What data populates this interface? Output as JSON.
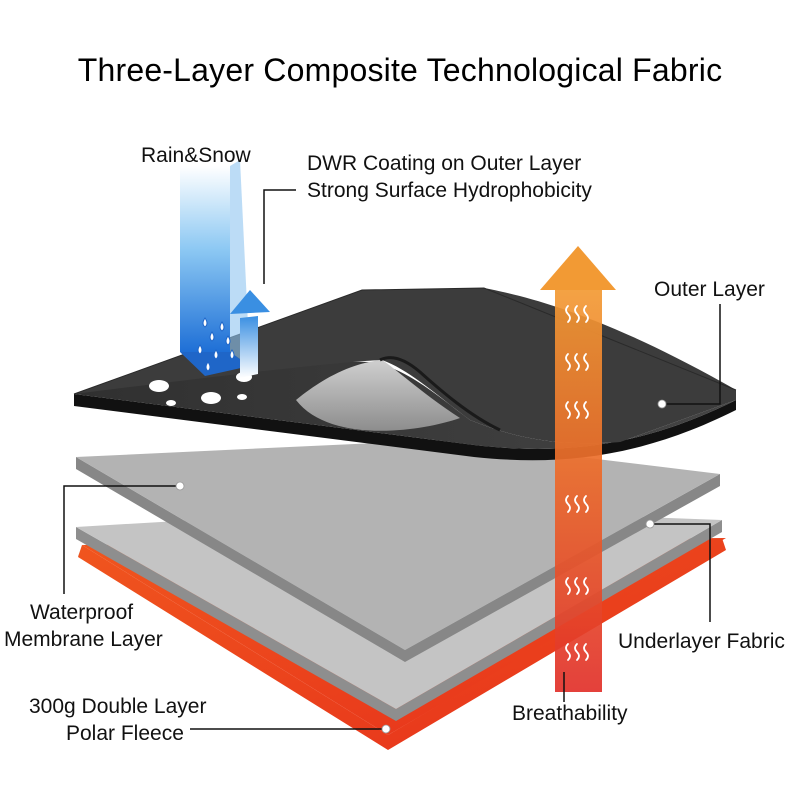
{
  "title": "Three-Layer Composite Technological Fabric",
  "labels": {
    "rain": "Rain&Snow",
    "dwr_line1": "DWR Coating on Outer Layer",
    "dwr_line2": "Strong Surface Hydrophobicity",
    "outer": "Outer Layer",
    "membrane_line1": "Waterproof",
    "membrane_line2": "Membrane Layer",
    "underlayer": "Underlayer Fabric",
    "fleece_line1": "300g Double Layer",
    "fleece_line2": "Polar Fleece",
    "breath": "Breathability"
  },
  "icons": {
    "rain_arrow": "arrow-down-icon",
    "repel_arrow": "arrow-up-icon",
    "breath_arrow": "arrow-up-icon",
    "heat": "heat-wave-icon"
  },
  "colors": {
    "outer_layer": "#3b3b3b",
    "membrane": "#b4b4b4",
    "underlayer": "#c2c2c2",
    "fleece": "#e8401c",
    "rain_blue": "#2f8fe0",
    "breath_orange": "#ef8a2a",
    "breath_red": "#e23b2c"
  }
}
